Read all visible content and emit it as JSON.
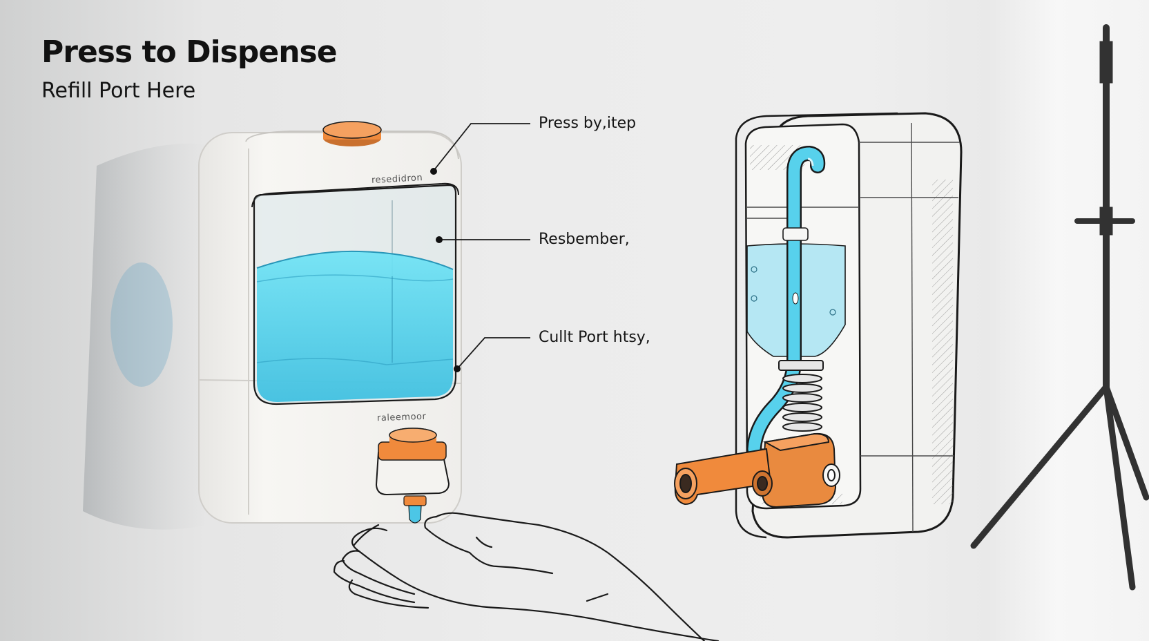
{
  "header": {
    "title": "Press to Dispense",
    "subtitle": "Refill Port Here"
  },
  "callouts": [
    {
      "label": "Press by,itep"
    },
    {
      "label": "Resbember,"
    },
    {
      "label": "Cullt Port htsy,"
    }
  ],
  "device_labels": {
    "top": "resedidron",
    "bottom": "raleemoor"
  },
  "colors": {
    "liquid": "#5ed6ef",
    "accent_orange": "#f08a3c",
    "body": "#f3f2ef",
    "outline": "#1a1a1a"
  }
}
